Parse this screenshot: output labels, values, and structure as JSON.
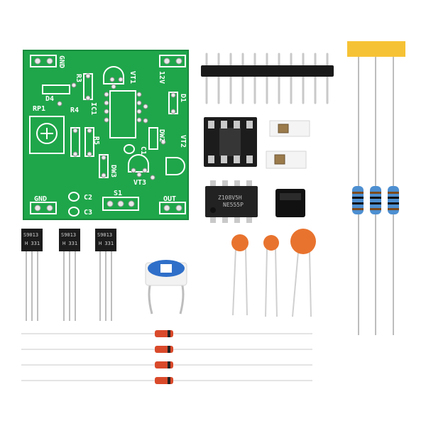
{
  "pcb": {
    "labels": {
      "gnd_top": "GND",
      "v12": "12V",
      "vt1": "VT1",
      "r3": "R3",
      "d1": "D1",
      "d4": "D4",
      "ic1": "IC1",
      "rp1": "RP1",
      "r4": "R4",
      "dw2": "DW2",
      "r5": "R5",
      "vt2": "VT2",
      "c1": "C1",
      "dw3": "DW3",
      "vt3": "VT3",
      "c2": "C2",
      "c3": "C3",
      "s1": "S1",
      "gnd_bottom": "GND",
      "out": "OUT"
    }
  },
  "ic_chip": {
    "marking_line1": "Z108V5H",
    "marking_line2": "NE555P"
  },
  "transistors": [
    {
      "marking_line1": "S9013",
      "marking_line2": "H 331"
    },
    {
      "marking_line1": "S9013",
      "marking_line2": "H 331"
    },
    {
      "marking_line1": "S9013",
      "marking_line2": "H 331"
    }
  ],
  "colors": {
    "pcb_green": "#1fa64a",
    "silkscreen": "#ffffff",
    "ceramic_capacitor": "#e8732e",
    "tape": "#f6c235",
    "resistor_body": "#4d8fd1",
    "trimmer_blue": "#2f6fc9"
  }
}
